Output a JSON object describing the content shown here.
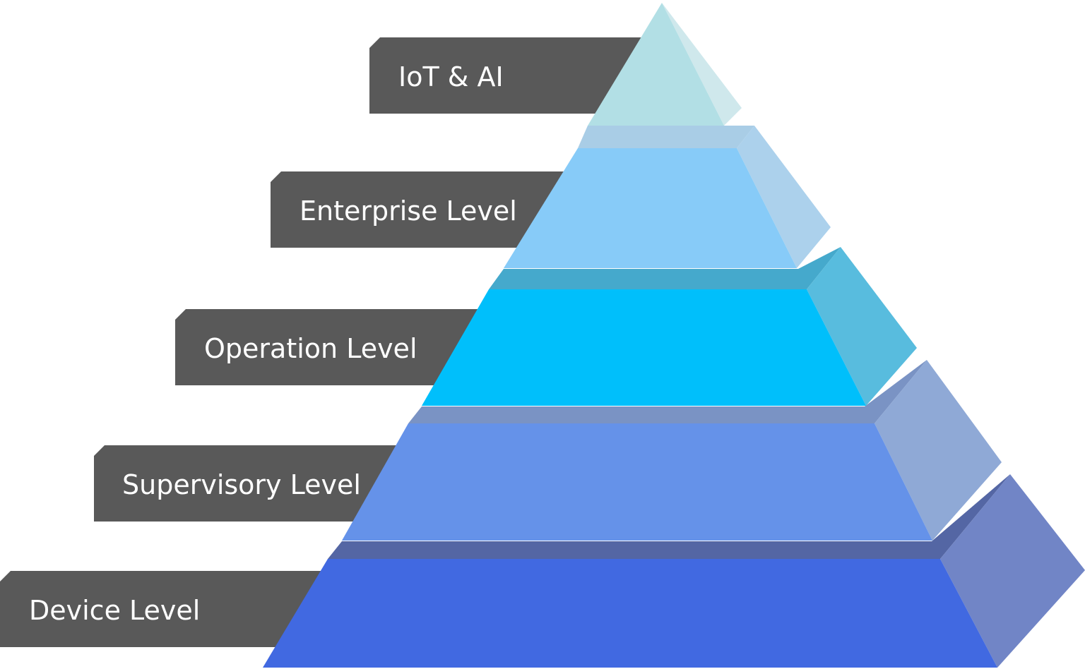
{
  "diagram": {
    "type": "pyramid",
    "levels": [
      {
        "label": "IoT & AI",
        "front_color": "#b2dfe5",
        "side_color": "#cfe8ec",
        "top_color": "#c7e3e8"
      },
      {
        "label": "Enterprise Level",
        "front_color": "#87cbf8",
        "side_color": "#acd1ec",
        "top_color": "#a9cde6"
      },
      {
        "label": "Operation Level",
        "front_color": "#00bffb",
        "side_color": "#58bcde",
        "top_color": "#45a9cc"
      },
      {
        "label": "Supervisory Level",
        "front_color": "#6592e9",
        "side_color": "#8fa9d6",
        "top_color": "#7a93c4"
      },
      {
        "label": "Device Level",
        "front_color": "#4169e1",
        "side_color": "#7185c6",
        "top_color": "#5466a4"
      }
    ],
    "label_box_color": "#595959",
    "label_text_color": "#ffffff"
  }
}
